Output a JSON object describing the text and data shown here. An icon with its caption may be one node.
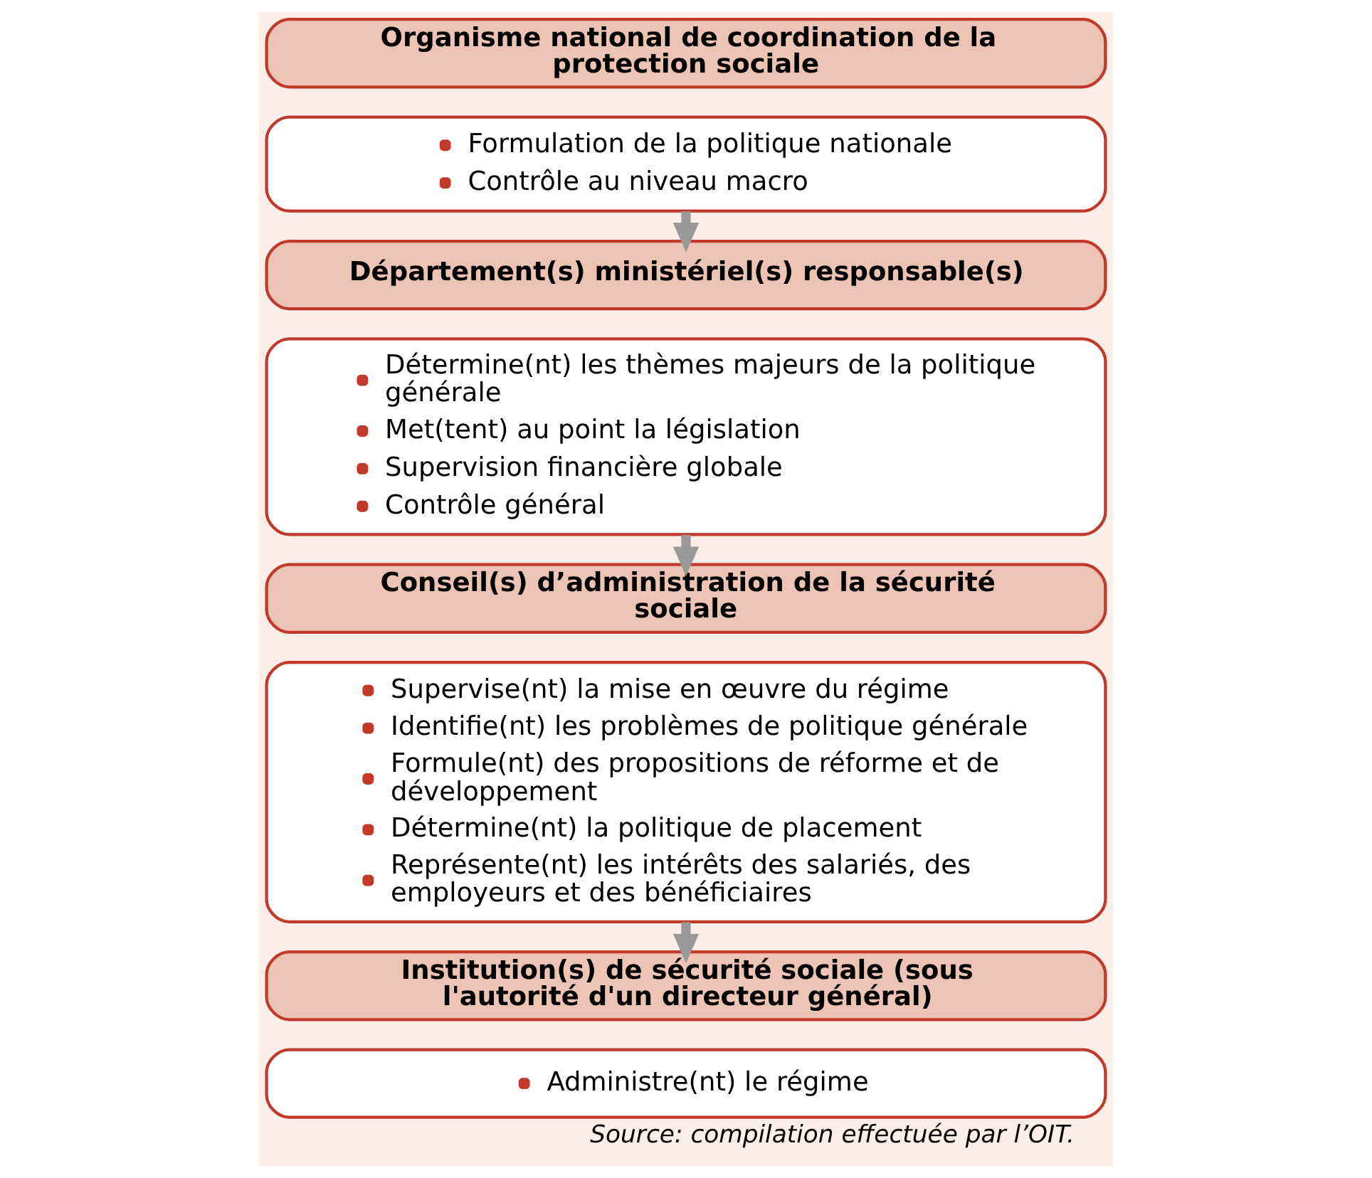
{
  "diagram": {
    "caption": "Source: compilation effectuée par l’OIT.",
    "nodes": [
      {
        "text": [
          "Organisme national de coordination de la protection sociale"
        ]
      },
      {
        "text": [
          "Formulation de la politique nationale",
          "Contrôle au niveau macro"
        ]
      },
      {
        "text": [
          "Département(s) ministériel(s) responsable(s)"
        ]
      },
      {
        "text": [
          "Détermine(nt) les thèmes majeurs de la politique générale",
          "Met(tent) au point la législation",
          "Supervision financière globale",
          "Contrôle général"
        ]
      },
      {
        "text": [
          "Conseil(s) d’administration de la sécurité sociale"
        ]
      },
      {
        "text": [
          "Supervise(nt) la mise en œuvre du régime",
          "Identifie(nt) les problèmes de politique générale",
          "Formule(nt) des propositions de réforme et de développement",
          "Détermine(nt) la politique de placement",
          "Représente(nt) les intérêts des salariés, des employeurs et des bénéficiaires"
        ]
      },
      {
        "text": [
          "Institution(s) de sécurité sociale (sous l'autorité d'un directeur général)"
        ]
      },
      {
        "text": [
          "Administre(nt) le régime"
        ]
      }
    ],
    "edges": [
      {
        "from": 1,
        "to": 2,
        "arrow": "to"
      },
      {
        "from": 3,
        "to": 4,
        "arrow": "to"
      },
      {
        "from": 5,
        "to": 6,
        "arrow": "to"
      }
    ]
  }
}
